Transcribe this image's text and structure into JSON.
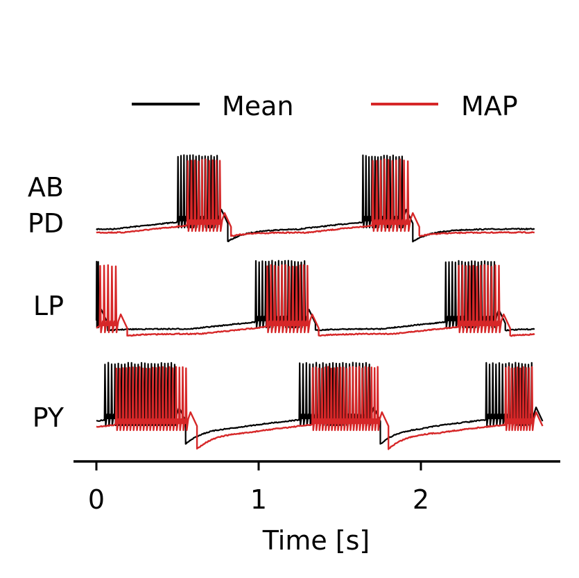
{
  "chart_data": {
    "type": "line",
    "xlabel": "Time [s]",
    "xlim": [
      -0.14,
      2.84
    ],
    "xticks": [
      0,
      1,
      2
    ],
    "ylabel": "",
    "legend": {
      "placement": "top",
      "entries": [
        {
          "name": "Mean",
          "color": "#000000"
        },
        {
          "name": "MAP",
          "color": "#d62728"
        }
      ]
    },
    "grid": false,
    "panels": [
      {
        "label": "AB\nPD",
        "series": [
          {
            "name": "Mean",
            "color": "#000000",
            "t_end": 2.7,
            "bursts": [
              {
                "start": 0.5,
                "end": 0.76,
                "spikes": 14
              },
              {
                "start": 1.64,
                "end": 1.9,
                "spikes": 14
              }
            ]
          },
          {
            "name": "MAP",
            "color": "#d62728",
            "t_end": 2.7,
            "bursts": [
              {
                "start": 0.56,
                "end": 0.78,
                "spikes": 10
              },
              {
                "start": 1.7,
                "end": 1.94,
                "spikes": 10
              }
            ]
          }
        ]
      },
      {
        "label": "LP",
        "series": [
          {
            "name": "Mean",
            "color": "#000000",
            "t_end": 2.7,
            "bursts": [
              {
                "start": 0.0,
                "end": 0.02,
                "spikes": 2
              },
              {
                "start": 0.98,
                "end": 1.3,
                "spikes": 16
              },
              {
                "start": 2.15,
                "end": 2.47,
                "spikes": 16
              }
            ]
          },
          {
            "name": "MAP",
            "color": "#d62728",
            "t_end": 2.7,
            "bursts": [
              {
                "start": 0.02,
                "end": 0.14,
                "spikes": 5
              },
              {
                "start": 1.05,
                "end": 1.32,
                "spikes": 12
              },
              {
                "start": 2.23,
                "end": 2.5,
                "spikes": 12
              }
            ]
          }
        ]
      },
      {
        "label": "PY",
        "series": [
          {
            "name": "Mean",
            "color": "#000000",
            "t_end": 2.7,
            "bursts": [
              {
                "start": 0.05,
                "end": 0.5,
                "spikes": 22
              },
              {
                "start": 1.25,
                "end": 1.7,
                "spikes": 22
              },
              {
                "start": 2.4,
                "end": 2.7,
                "spikes": 15
              }
            ]
          },
          {
            "name": "MAP",
            "color": "#d62728",
            "t_end": 2.7,
            "bursts": [
              {
                "start": 0.12,
                "end": 0.57,
                "spikes": 22
              },
              {
                "start": 1.33,
                "end": 1.75,
                "spikes": 22
              },
              {
                "start": 2.52,
                "end": 2.7,
                "spikes": 10
              }
            ]
          }
        ]
      }
    ]
  }
}
